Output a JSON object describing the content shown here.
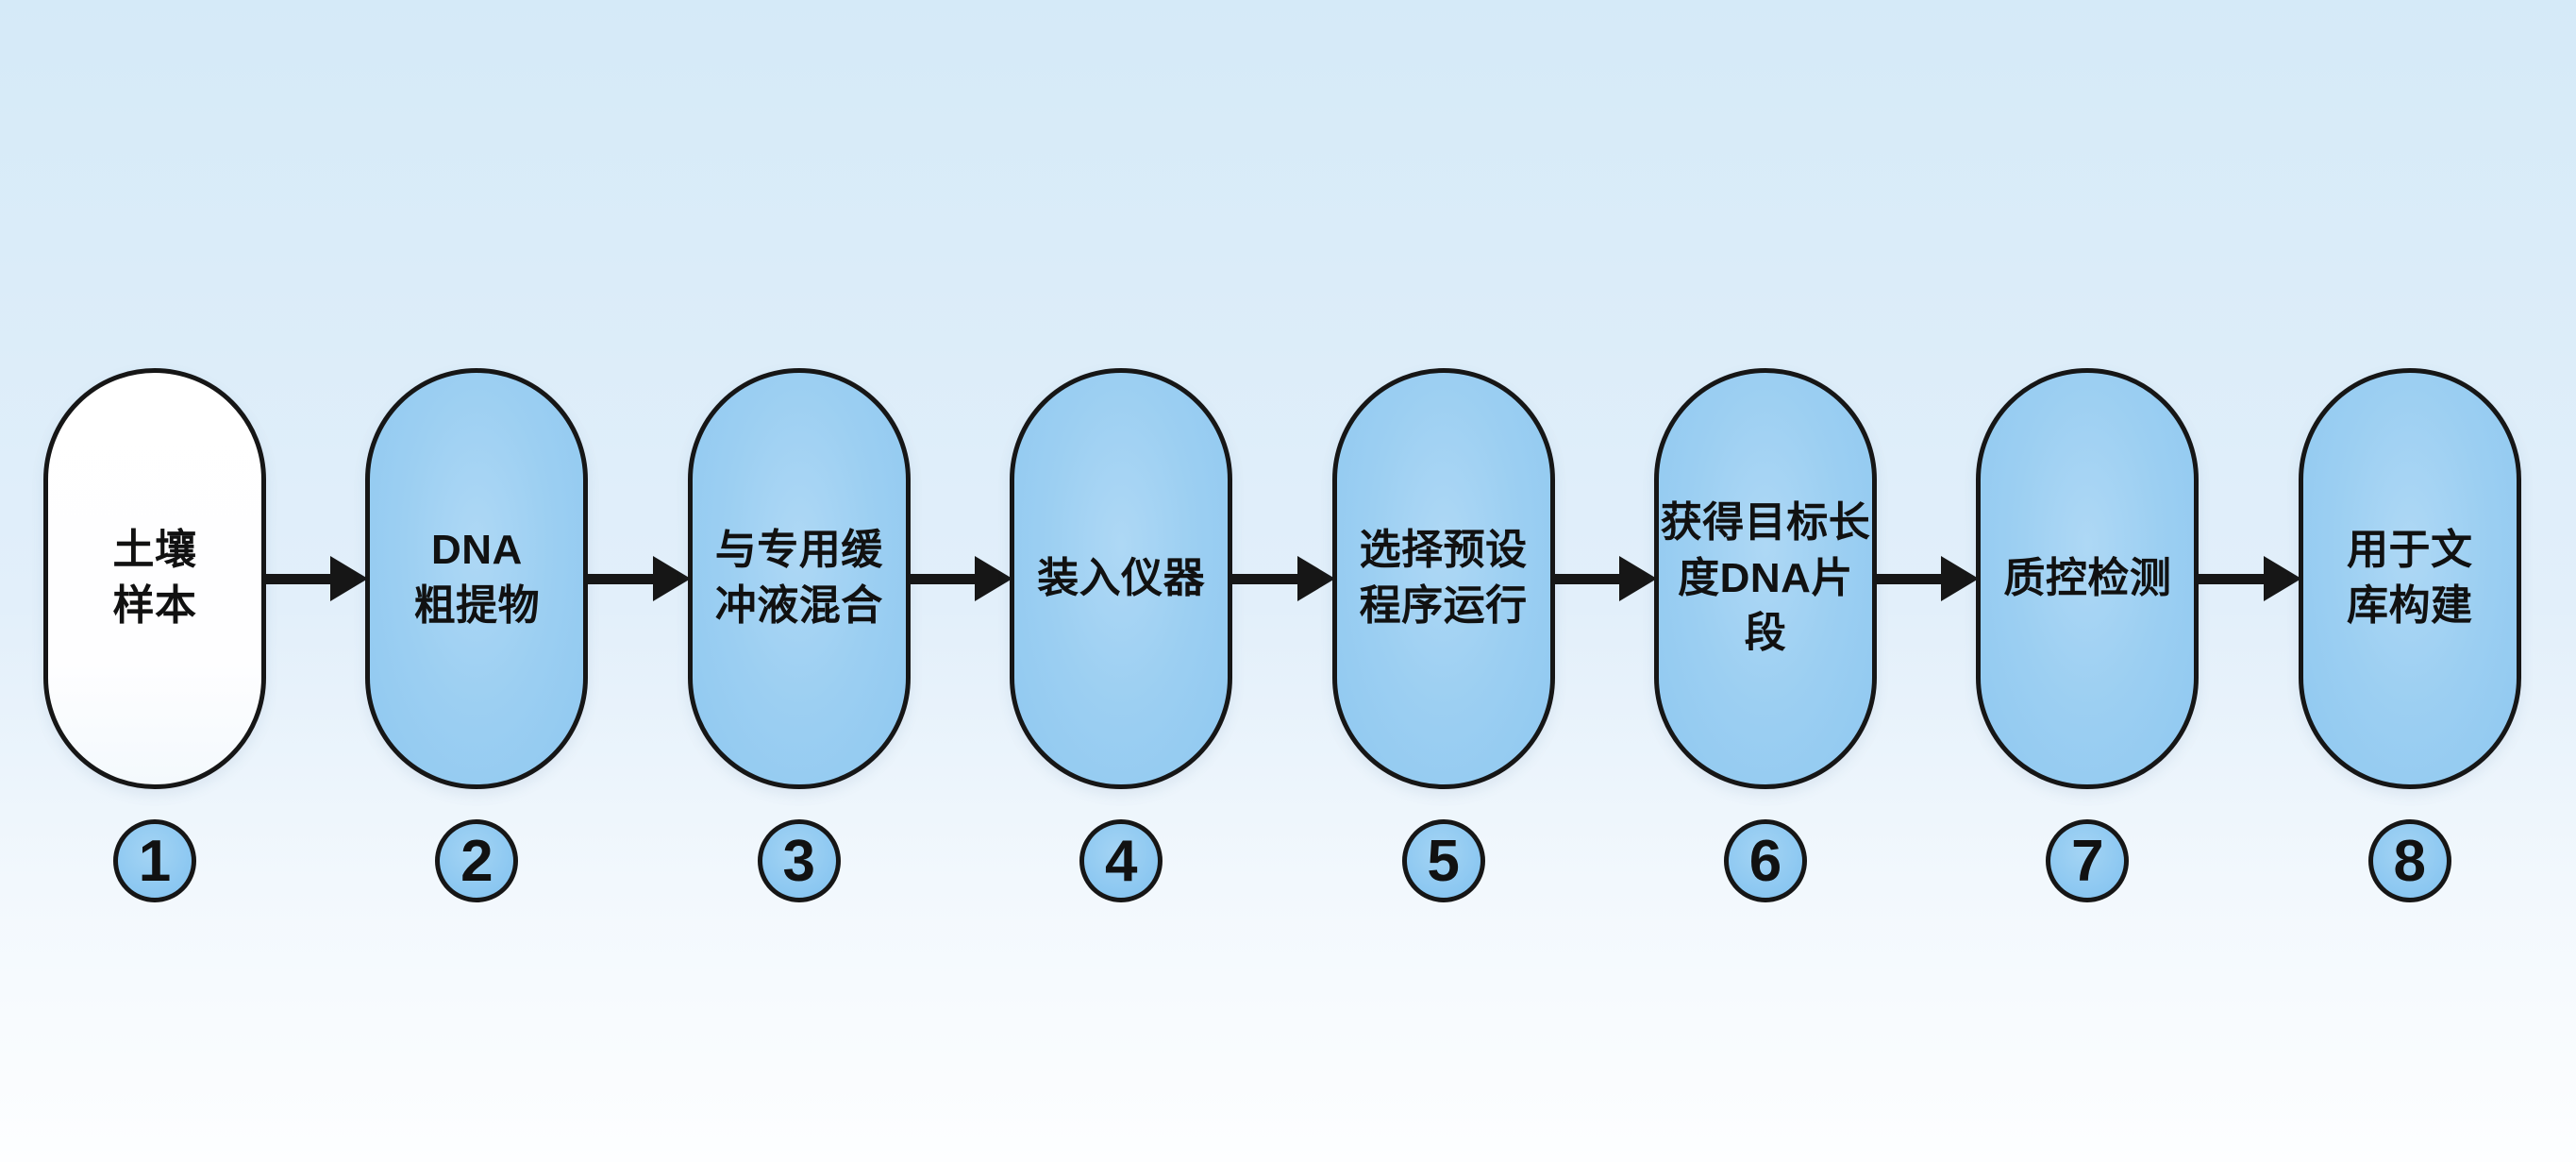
{
  "colors": {
    "bg_top": "#d5eaf8",
    "bg_bottom": "#fdfeff",
    "node_fill": "#8fc8f0",
    "node_fill_light": "#aed8f5",
    "node_start_fill": "#fefeff",
    "outline": "#161616",
    "badge_fill": "#8bc7f1",
    "text": "#111111"
  },
  "flow": {
    "direction": "left-to-right",
    "arrow_count": 7
  },
  "nodes": [
    {
      "lines": [
        "土壤",
        "样本"
      ],
      "number": "1"
    },
    {
      "lines": [
        "DNA",
        "粗提物"
      ],
      "number": "2"
    },
    {
      "lines": [
        "与专用缓",
        "冲液混合"
      ],
      "number": "3"
    },
    {
      "lines": [
        "装入仪器"
      ],
      "number": "4"
    },
    {
      "lines": [
        "选择预设",
        "程序运行"
      ],
      "number": "5"
    },
    {
      "lines": [
        "获得目标长",
        "度DNA片段"
      ],
      "number": "6"
    },
    {
      "lines": [
        "质控检测"
      ],
      "number": "7"
    },
    {
      "lines": [
        "用于文",
        "库构建"
      ],
      "number": "8"
    }
  ]
}
